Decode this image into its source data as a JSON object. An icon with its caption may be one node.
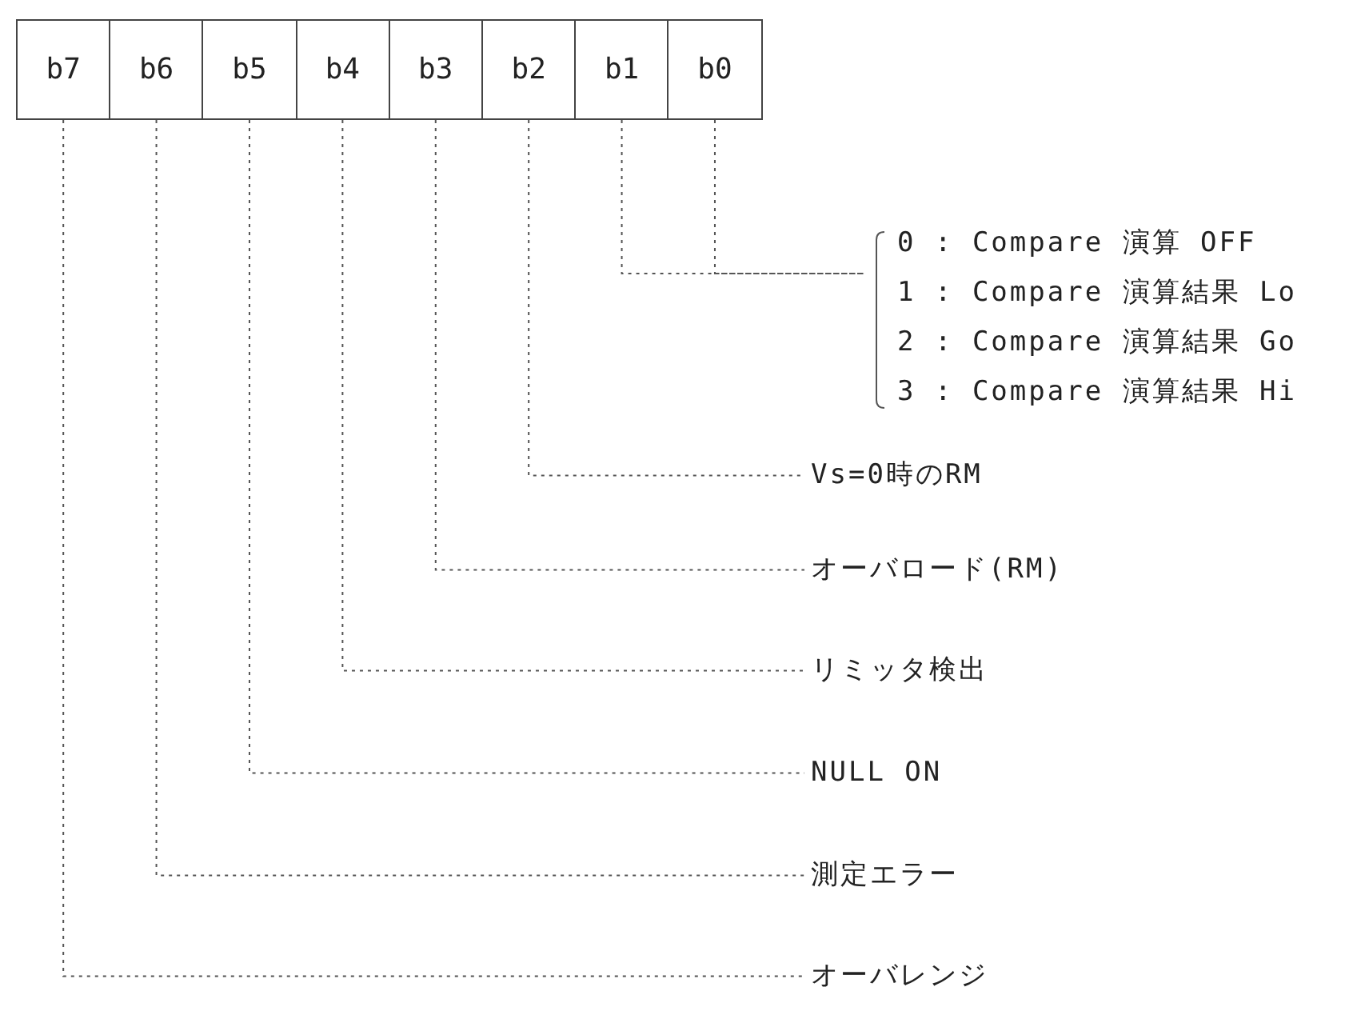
{
  "diagram": {
    "nodes": [
      {
        "text": [
          "b7"
        ]
      },
      {
        "text": [
          "b6"
        ]
      },
      {
        "text": [
          "b5"
        ]
      },
      {
        "text": [
          "b4"
        ]
      },
      {
        "text": [
          "b3"
        ]
      },
      {
        "text": [
          "b2"
        ]
      },
      {
        "text": [
          "b1"
        ]
      },
      {
        "text": [
          "b0"
        ]
      },
      {
        "text": [
          "0 : Compare 演算 OFF",
          "1 : Compare 演算結果 Lo",
          "2 : Compare 演算結果 Go",
          "3 : Compare 演算結果 Hi"
        ]
      },
      {
        "text": [
          "Vs=0時のRM"
        ]
      },
      {
        "text": [
          "オーバロード(RM)"
        ]
      },
      {
        "text": [
          "リミッタ検出"
        ]
      },
      {
        "text": [
          "NULL ON"
        ]
      },
      {
        "text": [
          "測定エラー"
        ]
      },
      {
        "text": [
          "オーバレンジ"
        ]
      }
    ],
    "edges": [
      {
        "from": 6,
        "to": 8,
        "arrow": "none",
        "style": "dashed"
      },
      {
        "from": 7,
        "to": 8,
        "arrow": "none",
        "style": "dashed"
      },
      {
        "from": 5,
        "to": 9,
        "arrow": "none",
        "style": "dashed"
      },
      {
        "from": 4,
        "to": 10,
        "arrow": "none",
        "style": "dashed"
      },
      {
        "from": 3,
        "to": 11,
        "arrow": "none",
        "style": "dashed"
      },
      {
        "from": 2,
        "to": 12,
        "arrow": "none",
        "style": "dashed"
      },
      {
        "from": 1,
        "to": 13,
        "arrow": "none",
        "style": "dashed"
      },
      {
        "from": 0,
        "to": 14,
        "arrow": "none",
        "style": "dashed"
      }
    ]
  }
}
